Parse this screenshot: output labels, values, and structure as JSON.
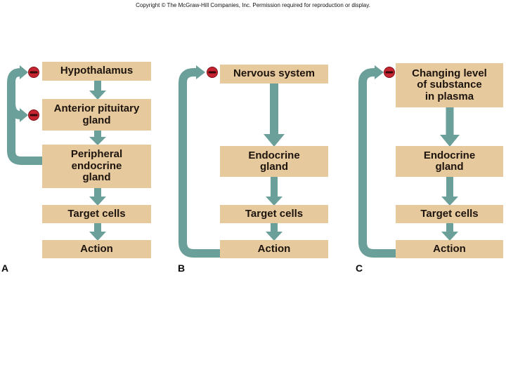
{
  "copyright": "Copyright © The McGraw-Hill Companies, Inc. Permission required for reproduction or display.",
  "colors": {
    "arrow_teal": "#6ba09a",
    "box_tan": "#e7c99e",
    "feedback_minus_red": "#c62430"
  },
  "columns": {
    "a": {
      "label": "A",
      "boxes": {
        "b1": "Hypothalamus",
        "b2": "Anterior pituitary\ngland",
        "b3": "Peripheral\nendocrine\ngland",
        "b4": "Target cells",
        "b5": "Action"
      }
    },
    "b": {
      "label": "B",
      "boxes": {
        "b1": "Nervous system",
        "b2": "Endocrine\ngland",
        "b3": "Target cells",
        "b4": "Action"
      }
    },
    "c": {
      "label": "C",
      "boxes": {
        "b1": "Changing level\nof substance\nin plasma",
        "b2": "Endocrine\ngland",
        "b3": "Target cells",
        "b4": "Action"
      }
    }
  }
}
